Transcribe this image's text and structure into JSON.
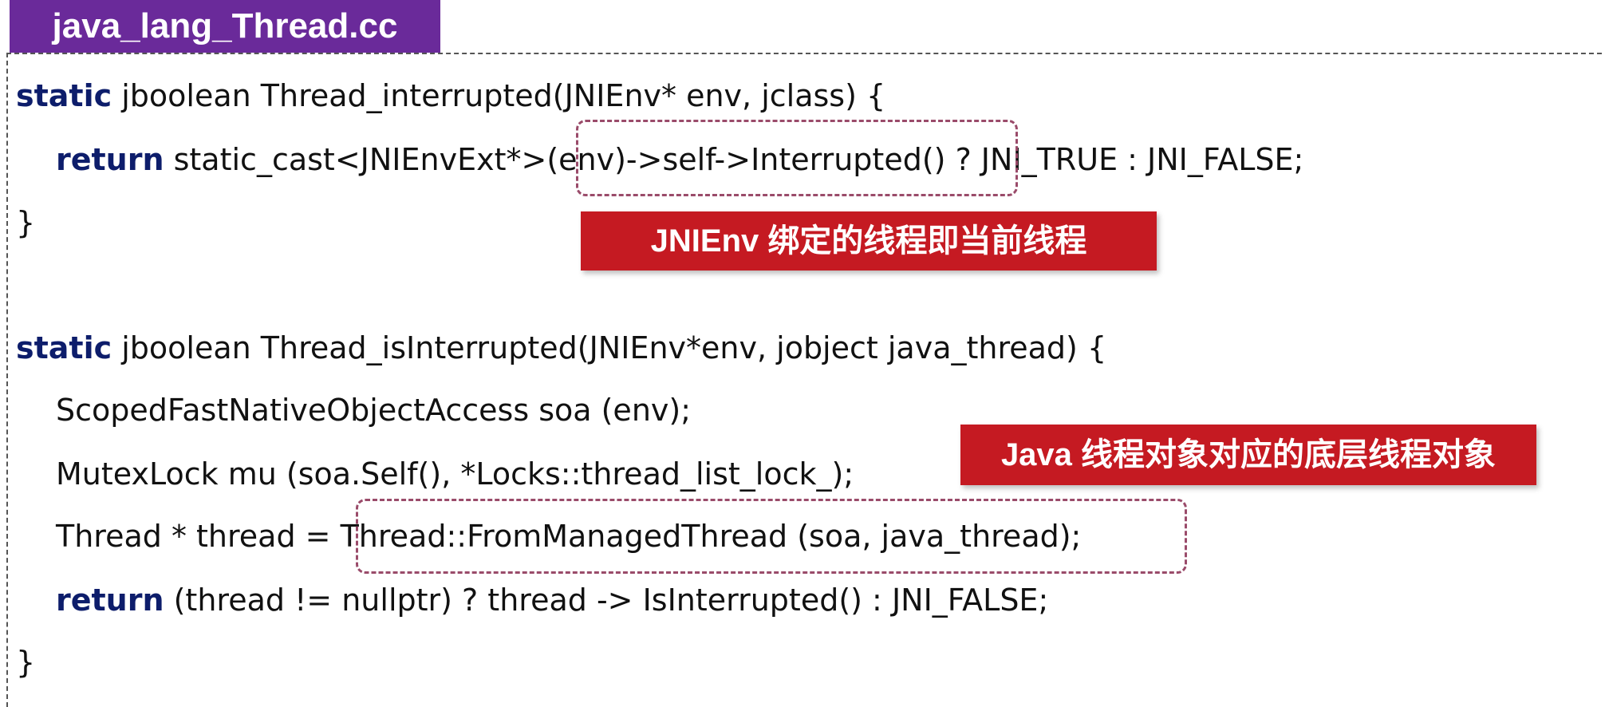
{
  "file_tab": "java_lang_Thread.cc",
  "function1": {
    "kw_static": "static",
    "signature": " jboolean Thread_interrupted(JNIEnv* env, jclass) {",
    "kw_return": "return",
    "return_pre": " static_cast<JNIEnvExt*>",
    "return_highlight": "(env)->self->Interrupted()",
    "return_post": " ? JNI_TRUE : JNI_FALSE;",
    "close": "}"
  },
  "callout1": "JNIEnv 绑定的线程即当前线程",
  "function2": {
    "kw_static": "static",
    "signature": " jboolean Thread_isInterrupted(JNIEnv*env, jobject java_thread) {",
    "line_soa": "ScopedFastNativeObjectAccess soa (env);",
    "line_mutex": "MutexLock mu (soa.Self(), *Locks::thread_list_lock_);",
    "thread_pre": "Thread * thread = ",
    "thread_highlight": "Thread::FromManagedThread (soa, java_thread);",
    "kw_return": "return",
    "return_rest": " (thread != nullptr) ? thread -> IsInterrupted() : JNI_FALSE;",
    "close": "}"
  },
  "callout2": "Java 线程对象对应的底层线程对象",
  "colors": {
    "tab_bg": "#6a2a9a",
    "keyword": "#0d1d6b",
    "callout_bg": "#c51a22",
    "highlight_border": "#9a4b6a"
  }
}
